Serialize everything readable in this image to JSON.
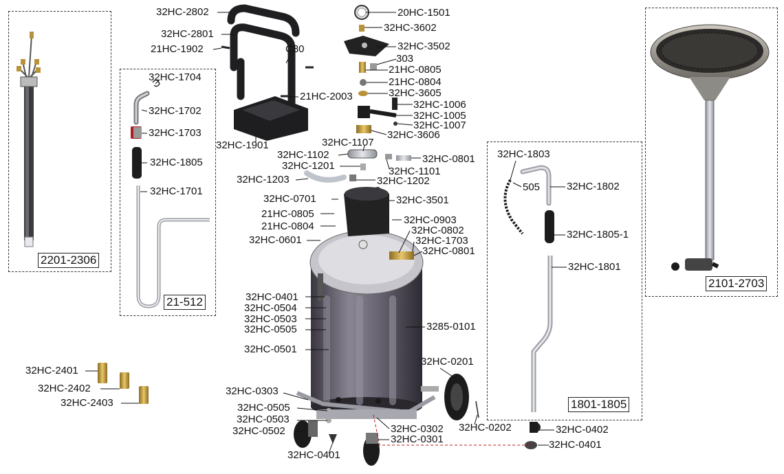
{
  "kits": {
    "k1": "2201-2306",
    "k2": "21-512",
    "k3": "1801-1805",
    "k4": "2101-2703"
  },
  "labels": {
    "l2802": "32HC-2802",
    "l2801": "32HC-2801",
    "l1902": "21HC-1902",
    "lc80": "C80",
    "l2003": "21HC-2003",
    "l1901": "32HC-1901",
    "l1501": "20HC-1501",
    "l3602": "32HC-3602",
    "l3502": "32HC-3502",
    "l303": "303",
    "l0805a": "21HC-0805",
    "l0804a": "21HC-0804",
    "l3605": "32HC-3605",
    "l1006": "32HC-1006",
    "l1005": "32HC-1005",
    "l1007": "32HC-1007",
    "l3606": "32HC-3606",
    "l1107": "32HC-1107",
    "l1102": "32HC-1102",
    "l0801a": "32HC-0801",
    "l1201": "32HC-1201",
    "l1101": "32HC-1101",
    "l1203": "32HC-1203",
    "l1202": "32HC-1202",
    "l0701": "32HC-0701",
    "l3501": "32HC-3501",
    "l0805b": "21HC-0805",
    "l0804b": "21HC-0804",
    "l0903": "32HC-0903",
    "l0601": "32HC-0601",
    "l0802": "32HC-0802",
    "l1703b": "32HC-1703",
    "l0801b": "32HC-0801",
    "l0401a": "32HC-0401",
    "l0504a": "32HC-0504",
    "l0503a": "32HC-0503",
    "l0505a": "32HC-0505",
    "l3285": "3285-0101",
    "l0501": "32HC-0501",
    "l0201": "32HC-0201",
    "l0303": "32HC-0303",
    "l0505b": "32HC-0505",
    "l0503b": "32HC-0503",
    "l0502": "32HC-0502",
    "l0302": "32HC-0302",
    "l0301": "32HC-0301",
    "l0202": "32HC-0202",
    "l0401b": "32HC-0401",
    "l0402": "32HC-0402",
    "l0401c": "32HC-0401",
    "l1704": "32HC-1704",
    "l1702": "32HC-1702",
    "l1703a": "32HC-1703",
    "l1805": "32HC-1805",
    "l1701": "32HC-1701",
    "l1803": "32HC-1803",
    "l505": "505",
    "l1802": "32HC-1802",
    "l18051": "32HC-1805-1",
    "l1801": "32HC-1801",
    "l2401": "32HC-2401",
    "l2402": "32HC-2402",
    "l2403": "32HC-2403"
  },
  "colors": {
    "line": "#111111",
    "tank_dark": "#3a3640",
    "tank_light": "#8a8592",
    "steel": "#b8bcc4",
    "brass": "#b8923a",
    "black_part": "#1c1c1c",
    "highlight_red": "#c0151b"
  }
}
